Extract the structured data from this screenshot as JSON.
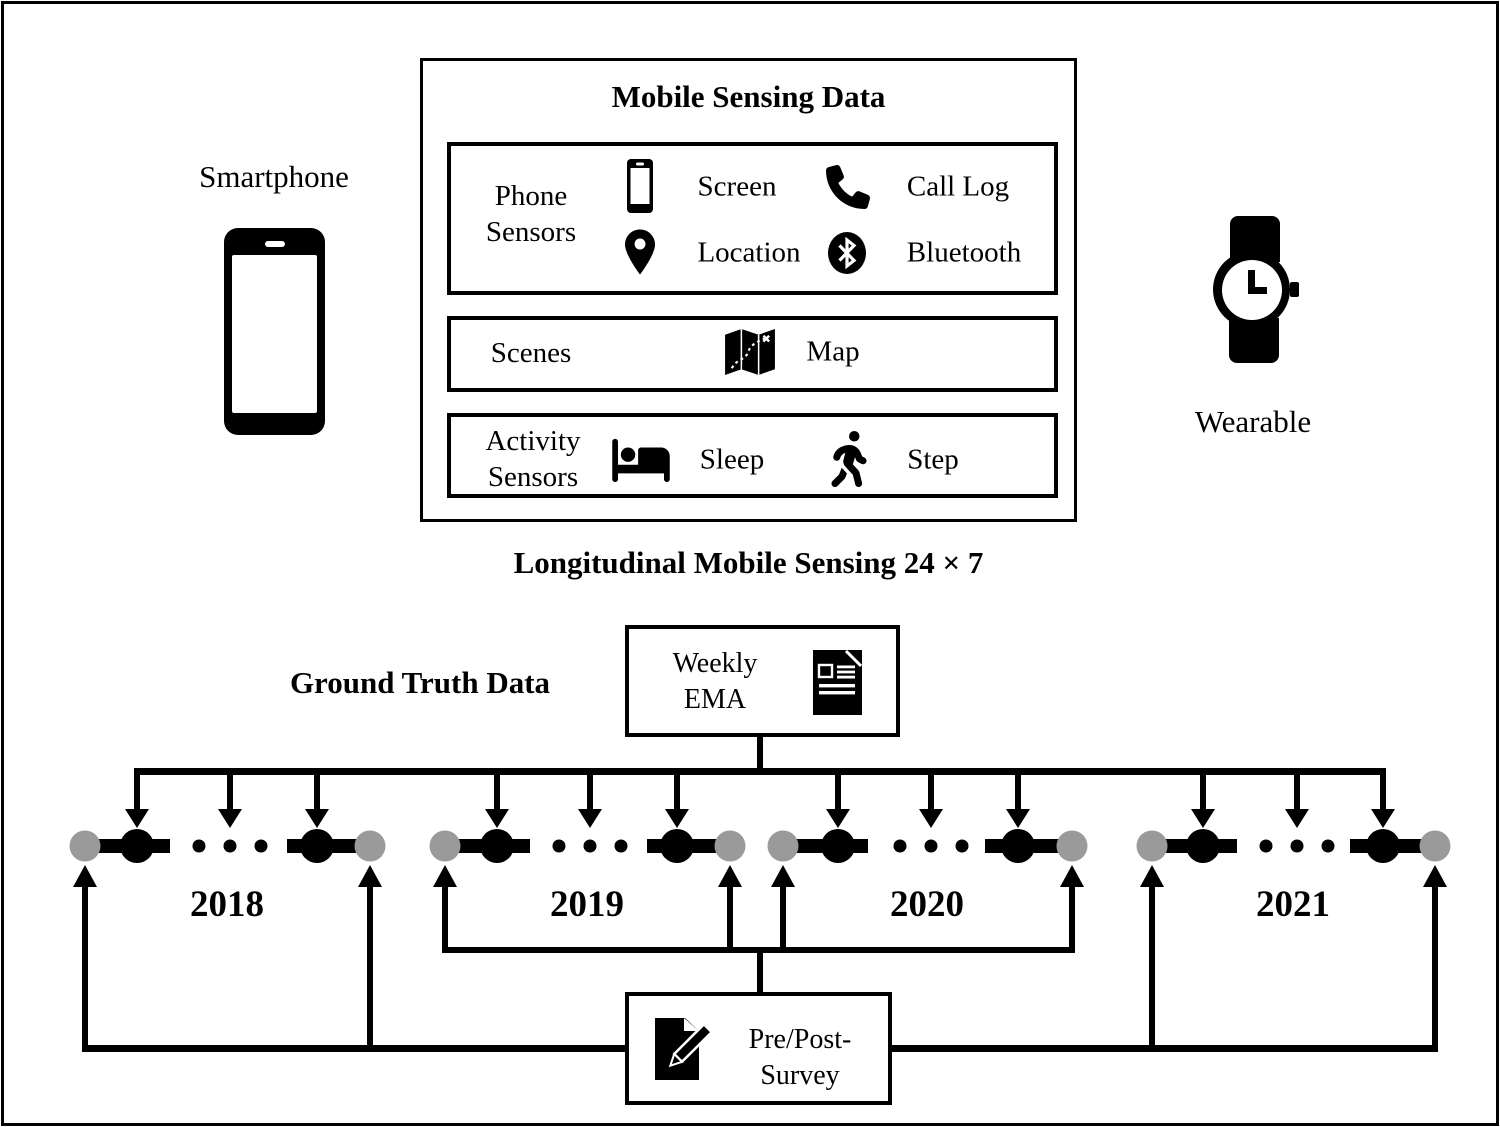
{
  "devices": {
    "smartphone_label": "Smartphone",
    "wearable_label": "Wearable"
  },
  "sensing_box": {
    "title": "Mobile Sensing Data",
    "caption": "Longitudinal Mobile Sensing 24 × 7",
    "rows": [
      {
        "label_line1": "Phone",
        "label_line2": "Sensors",
        "items": [
          {
            "icon": "phone-screen-icon",
            "label": "Screen"
          },
          {
            "icon": "call-handset-icon",
            "label": "Call Log"
          },
          {
            "icon": "location-pin-icon",
            "label": "Location"
          },
          {
            "icon": "bluetooth-icon",
            "label": "Bluetooth"
          }
        ]
      },
      {
        "label_line1": "Scenes",
        "items": [
          {
            "icon": "map-icon",
            "label": "Map"
          }
        ]
      },
      {
        "label_line1": "Activity",
        "label_line2": "Sensors",
        "items": [
          {
            "icon": "bed-icon",
            "label": "Sleep"
          },
          {
            "icon": "walking-person-icon",
            "label": "Step"
          }
        ]
      }
    ]
  },
  "ground_truth": {
    "heading": "Ground Truth Data",
    "weekly_ema": {
      "line1": "Weekly",
      "line2": "EMA",
      "icon": "ema-document-icon"
    },
    "survey": {
      "line1": "Pre/Post-",
      "line2": "Survey",
      "icon": "survey-pencil-icon"
    },
    "years": [
      "2018",
      "2019",
      "2020",
      "2021"
    ]
  },
  "colors": {
    "ink": "#000000",
    "timeline_gray": "#9a9a9a",
    "background": "#ffffff"
  }
}
